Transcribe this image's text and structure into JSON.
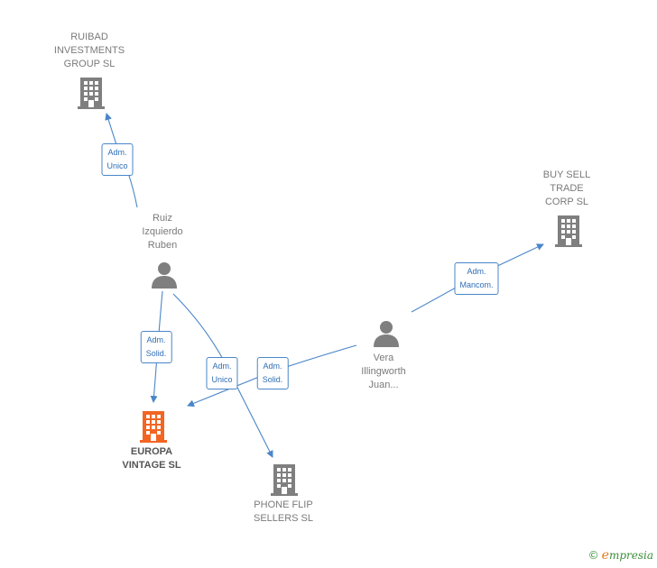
{
  "nodes": {
    "ruibad": {
      "label": [
        "RUIBAD",
        "INVESTMENTS",
        "GROUP  SL"
      ],
      "kind": "company"
    },
    "buysell": {
      "label": [
        "BUY SELL",
        "TRADE",
        "CORP  SL"
      ],
      "kind": "company"
    },
    "ruiz": {
      "label": [
        "Ruiz",
        "Izquierdo",
        "Ruben"
      ],
      "kind": "person"
    },
    "vera": {
      "label": [
        "Vera",
        "Illingworth",
        "Juan..."
      ],
      "kind": "person"
    },
    "europa": {
      "label": [
        "EUROPA",
        "VINTAGE  SL"
      ],
      "kind": "company-primary"
    },
    "phoneflip": {
      "label": [
        "PHONE FLIP",
        "SELLERS  SL"
      ],
      "kind": "company"
    }
  },
  "edges": [
    {
      "from": "ruiz",
      "to": "ruibad",
      "label": [
        "Adm.",
        "Unico"
      ]
    },
    {
      "from": "ruiz",
      "to": "europa",
      "label": [
        "Adm.",
        "Solid."
      ]
    },
    {
      "from": "ruiz",
      "to": "phoneflip",
      "label": [
        "Adm.",
        "Unico"
      ]
    },
    {
      "from": "vera",
      "to": "europa",
      "label": [
        "Adm.",
        "Solid."
      ]
    },
    {
      "from": "vera",
      "to": "buysell",
      "label": [
        "Adm.",
        "Mancom."
      ]
    }
  ],
  "colors": {
    "edge": "#4a86c8",
    "icon": "#7f7f7f",
    "primary_icon": "#f26522"
  },
  "watermark": {
    "symbol": "©",
    "brand_initial": "e",
    "brand_rest": "mpresia"
  }
}
